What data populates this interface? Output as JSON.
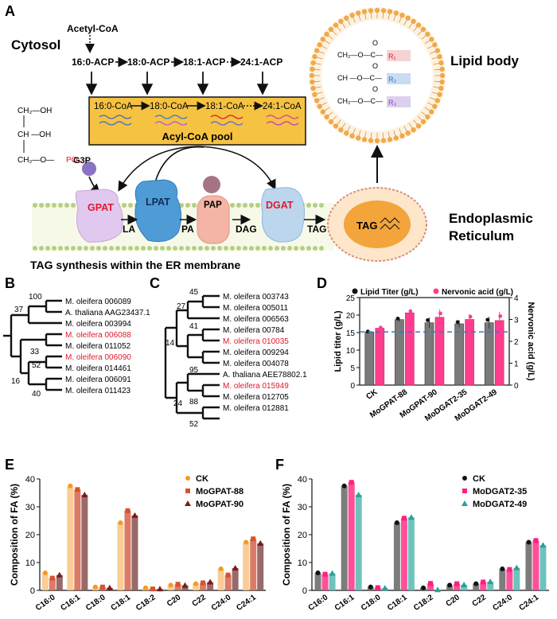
{
  "panel_a": {
    "letter": "A",
    "cytosol": "Cytosol",
    "acetyl_coa": "Acetyl-CoA",
    "acp_row": [
      "16:0-ACP",
      "18:0-ACP",
      "18:1-ACP",
      "24:1-ACP"
    ],
    "coa_row": [
      "16:0-CoA",
      "18:0-CoA",
      "18:1-CoA",
      "24:1-CoA"
    ],
    "acyl_pool": "Acyl-CoA pool",
    "g3p": "G3P",
    "glycerol": [
      "CH₂—OH",
      "CH —OH",
      "CH₂—O—",
      "PO₃"
    ],
    "enzymes": [
      "GPAT",
      "LPAT",
      "PAP",
      "DGAT"
    ],
    "intermediates": [
      "LA",
      "PA",
      "DAG",
      "TAG"
    ],
    "tag_droplet": "TAG",
    "membrane_caption": "TAG synthesis within the ER membrane",
    "er_label": [
      "Endoplasmic",
      "Reticulum"
    ],
    "lipid_body": "Lipid body",
    "tag_struct": {
      "rows": [
        "CH₂—O—C—",
        "CH —O—C—",
        "CH₂—O—C—"
      ],
      "oxygen": "O",
      "r_groups": [
        "R₁",
        "R₂",
        "R₃"
      ]
    },
    "colors": {
      "pool": "#f5c242",
      "gpat": "#e1c8ef",
      "lpat": "#4f9bd6",
      "pap": "#f4b4a6",
      "dgat": "#bcd6ee",
      "red": "#e0192d"
    }
  },
  "panel_b": {
    "letter": "B",
    "leaves": [
      "M. oleifera 006089",
      "A. thaliana AAG23437.1",
      "M. oleifera 003994",
      "M. oleifera 006088",
      "M. oleifera 011052",
      "M. oleifera 006090",
      "M. oleifera 014461",
      "M. oleifera 006091",
      "M. oleifera 011423"
    ],
    "highlighted": [
      3,
      5
    ],
    "bootstrap": [
      "100",
      "37",
      "33",
      "52",
      "16",
      "40"
    ]
  },
  "panel_c": {
    "letter": "C",
    "leaves": [
      "M. oleifera 003743",
      "M. oleifera 005011",
      "M. oleifera 006563",
      "M. oleifera 00784",
      "M. oleifera 010035",
      "M. oleifera 009294",
      "M. oleifera 004078",
      "A. thaliana AEE78802.1",
      "M. oleifera 015949",
      "M. oleifera 012705",
      "M. oleifera 012881"
    ],
    "highlighted": [
      4,
      8
    ],
    "bootstrap": [
      "45",
      "27",
      "41",
      "14",
      "95",
      "24",
      "88",
      "52"
    ]
  },
  "chart_data": [
    {
      "panel": "D",
      "type": "bar",
      "categories": [
        "CK",
        "MoGPAT-88",
        "MoGPAT-90",
        "MoDGAT2-35",
        "MoDGAT2-49"
      ],
      "series": [
        {
          "name": "Lipid Titer (g/L)",
          "values": [
            15.2,
            18.7,
            17.8,
            17.5,
            17.8
          ],
          "errors": [
            0.2,
            0.6,
            1.5,
            1.0,
            1.7
          ],
          "color": "#7a7a7a"
        },
        {
          "name": "Nervonic acid (g/L)",
          "values": [
            2.6,
            3.3,
            3.1,
            3.0,
            2.95
          ],
          "errors": [
            0.05,
            0.15,
            0.35,
            0.25,
            0.4
          ],
          "color": "#ff3d8e"
        }
      ],
      "ylabel": "Lipid titer (g/L)",
      "ylabel_right": "Nervonic acid (g/L)",
      "ylim": [
        0,
        25
      ],
      "ylim_right": [
        0,
        4
      ],
      "yticks": [
        "0",
        "5",
        "10",
        "15",
        "20",
        "25"
      ],
      "yticks_right": [
        "0",
        "1",
        "2",
        "3",
        "4"
      ],
      "reference_line": 15.2,
      "legend_position": "top"
    },
    {
      "panel": "E",
      "type": "bar",
      "categories": [
        "C16:0",
        "C16:1",
        "C18:0",
        "C18:1",
        "C18:2",
        "C20",
        "C22",
        "C24:0",
        "C24:1"
      ],
      "series": [
        {
          "name": "CK",
          "values": [
            6.3,
            37.5,
            1.2,
            24.3,
            0.9,
            1.9,
            2.4,
            7.7,
            17.3
          ],
          "color": "#f8c88b",
          "marker": "circle",
          "marker_color": "#f59a1e"
        },
        {
          "name": "MoGPAT-88",
          "values": [
            4.4,
            36.2,
            1.2,
            28.6,
            0.5,
            2.2,
            2.7,
            5.5,
            18.5
          ],
          "color": "#d76d54",
          "marker": "square",
          "marker_color": "#d8522f"
        },
        {
          "name": "MoGPAT-90",
          "values": [
            5.5,
            34.3,
            0.9,
            26.9,
            0.5,
            1.8,
            3.0,
            8.0,
            16.9
          ],
          "color": "#8d5a5a",
          "marker": "triangle",
          "marker_color": "#7b1a1a"
        }
      ],
      "ylabel": "Composition of FA (%)",
      "ylim": [
        0,
        40
      ],
      "yticks": [
        "0",
        "10",
        "20",
        "30",
        "40"
      ],
      "legend_position": "top-right"
    },
    {
      "panel": "F",
      "type": "bar",
      "categories": [
        "C16:0",
        "C16:1",
        "C18:0",
        "C18:1",
        "C18:2",
        "C20",
        "C22",
        "C24:0",
        "C24:1"
      ],
      "series": [
        {
          "name": "CK",
          "values": [
            6.3,
            37.5,
            1.2,
            24.3,
            0.9,
            1.9,
            2.4,
            7.7,
            17.3
          ],
          "color": "#6e6e6e",
          "marker": "circle",
          "marker_color": "#111111"
        },
        {
          "name": "MoDGAT2-35",
          "values": [
            5.8,
            38.8,
            1.0,
            25.9,
            2.5,
            2.4,
            3.0,
            7.5,
            17.9
          ],
          "color": "#ff3d8e",
          "marker": "square",
          "marker_color": "#ff1f7f"
        },
        {
          "name": "MoDGAT2-49",
          "values": [
            6.1,
            34.3,
            0.8,
            26.2,
            0.2,
            2.0,
            3.1,
            8.1,
            16.2
          ],
          "color": "#5fbdb5",
          "marker": "triangle",
          "marker_color": "#2aa198"
        }
      ],
      "ylabel": "Composition of FA (%)",
      "ylim": [
        0,
        40
      ],
      "yticks": [
        "0",
        "10",
        "20",
        "30",
        "40"
      ],
      "legend_position": "top-right"
    }
  ],
  "panel_letters": {
    "d": "D",
    "e": "E",
    "f": "F"
  }
}
